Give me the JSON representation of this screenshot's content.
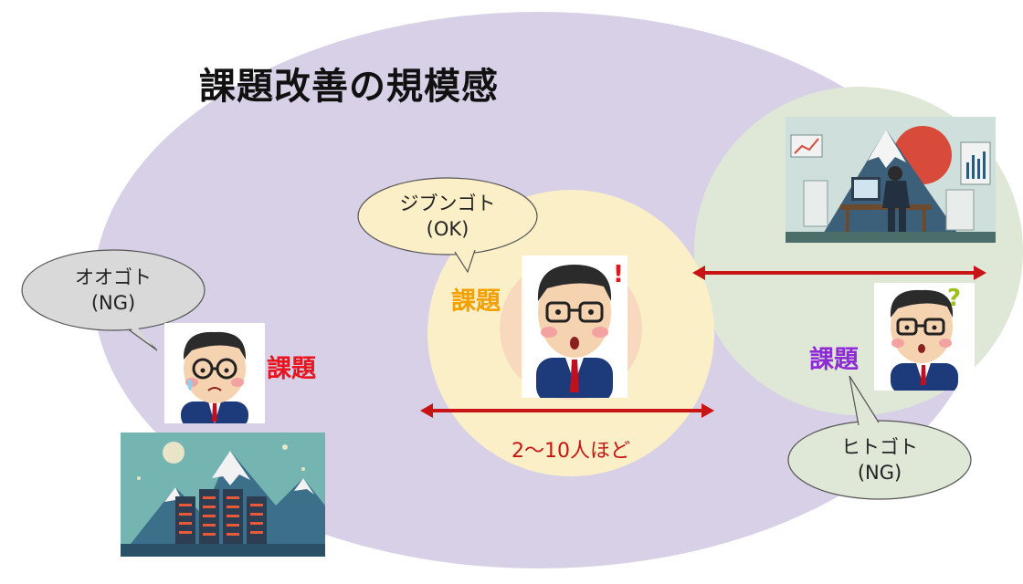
{
  "title": "課題改善の規模感",
  "bubbles": {
    "left": {
      "line1": "オオゴト",
      "line2": "(NG)"
    },
    "center": {
      "line1": "ジブンゴト",
      "line2": "(OK)"
    },
    "right": {
      "line1": "ヒトゴト",
      "line2": "(NG)"
    }
  },
  "labels": {
    "kadai_left": "課題",
    "kadai_center": "課題",
    "kadai_right": "課題",
    "range": "2〜10人ほど"
  },
  "colors": {
    "outer_ellipse": "#d7d0e6",
    "center_circle": "#fbefc8",
    "right_circle": "#dfe8d6",
    "kadai_left": "#e8141e",
    "kadai_center": "#f4a000",
    "kadai_right": "#8e2bd6",
    "arrow": "#c81414"
  },
  "icons": {
    "exclamation": "exclamation-icon",
    "question": "question-icon"
  }
}
